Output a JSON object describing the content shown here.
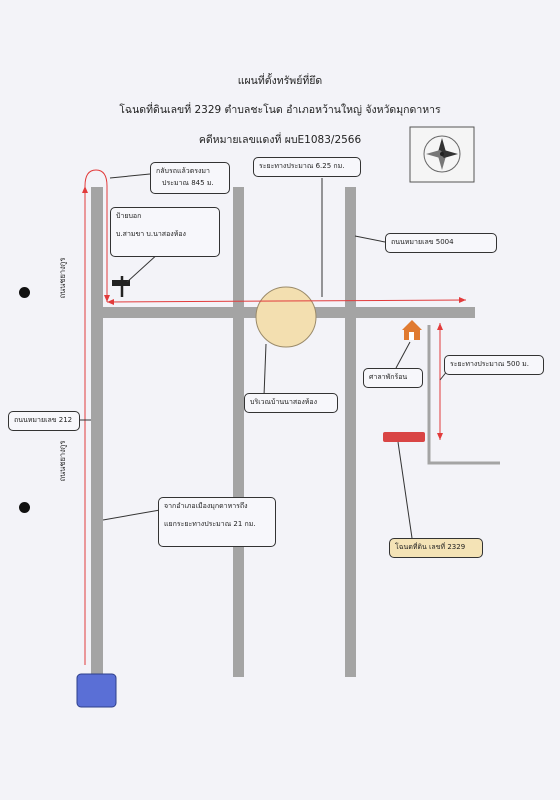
{
  "title": {
    "line1": "แผนที่ตั้งทรัพย์ที่ยึด",
    "line2": "โฉนดที่ดินเลขที่ 2329 ตำบลชะโนด อำเภอหว้านใหญ่  จังหวัดมุกดาหาร",
    "line3": "คดีหมายเลขแดงที่ ผบE1083/2566"
  },
  "labels": {
    "return_note_1": "กลับรถแล้วตรงมา",
    "return_note_2": "ประมาณ 845 ม.",
    "sign_1": "ป้ายบอก",
    "sign_2": "บ.สามขา บ.นาสองห้อง",
    "distance_625": "ระยะทางประมาณ 6.25 กม.",
    "road_5004": "ถนนหมายเลข 5004",
    "road_212": "ถนนหมายเลข 212",
    "road_name_upper": "ถนนชยางกูร",
    "road_name_lower": "ถนนชยางกูร",
    "sala": "ศาลาพักร้อน",
    "distance_500": "ระยะทางประมาณ 500 ม.",
    "village_area": "บริเวณบ้านนาสองห้อง",
    "from_city_1": "จากอำเภอเมืองมุกดาหารถึง",
    "from_city_2": "แยกระยะทางประมาณ 21 กม.",
    "plot": "โฉนดที่ดิน เลขที่ 2329"
  },
  "colors": {
    "road": "#a4a4a4",
    "route": "#e23b3b",
    "village_circle": "#f3dfb0",
    "plot_marker": "#d94545",
    "plot_callout": "#f4e3b6",
    "start_marker": "#5a6fd6",
    "house": "#e07a30"
  },
  "icons": {
    "compass": "compass-rose-icon",
    "sign": "signpost-icon",
    "house": "house-icon"
  }
}
